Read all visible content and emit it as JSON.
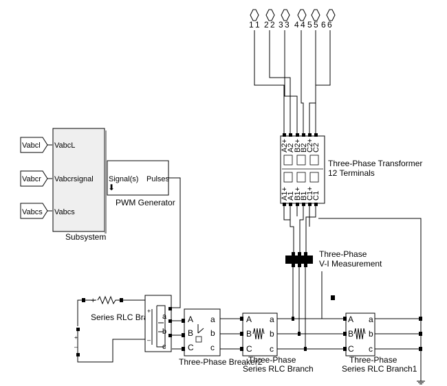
{
  "connectors": [
    "1",
    "2",
    "3",
    "4",
    "5",
    "6"
  ],
  "inputs": {
    "vabcl": "Vabcl",
    "vabcr": "Vabcr",
    "vabcs": "Vabcs"
  },
  "subsystem": {
    "title": "Subsystem",
    "port1": "VabcL",
    "port2": "Vabcrsignal",
    "port3": "Vabcs"
  },
  "pwm": {
    "title": "PWM Generator",
    "in_port": "Signal(s)",
    "out_port": "Pulses"
  },
  "transformer": {
    "title_line1": "Three-Phase Transformer",
    "title_line2": "12 Terminals",
    "top_ports": [
      "A2+",
      "A2",
      "B2+",
      "B2",
      "C2+",
      "C2"
    ],
    "bottom_ports": [
      "A1+",
      "A1",
      "B1+",
      "B1",
      "C1+",
      "C1"
    ]
  },
  "vi_measurement": {
    "title_line1": "Three-Phase",
    "title_line2": "V-I Measurement"
  },
  "rlc_branch": {
    "title": "Series RLC Branch"
  },
  "breaker": {
    "title": "Three-Phase Breaker2",
    "ports_left": [
      "A",
      "B",
      "C"
    ],
    "ports_right": [
      "a",
      "b",
      "c"
    ]
  },
  "series_rlc_1": {
    "title_line1": "Three-Phase",
    "title_line2": "Series RLC Branch",
    "ports_left": [
      "A",
      "B",
      "C"
    ],
    "ports_right": [
      "a",
      "b",
      "c"
    ]
  },
  "series_rlc_2": {
    "title_line1": "Three-Phase",
    "title_line2": "Series RLC Branch1",
    "ports_left": [
      "A",
      "B",
      "C"
    ],
    "ports_right": [
      "a",
      "b",
      "c"
    ]
  },
  "inverter": {
    "ports_right": [
      "a",
      "b",
      "c"
    ]
  }
}
